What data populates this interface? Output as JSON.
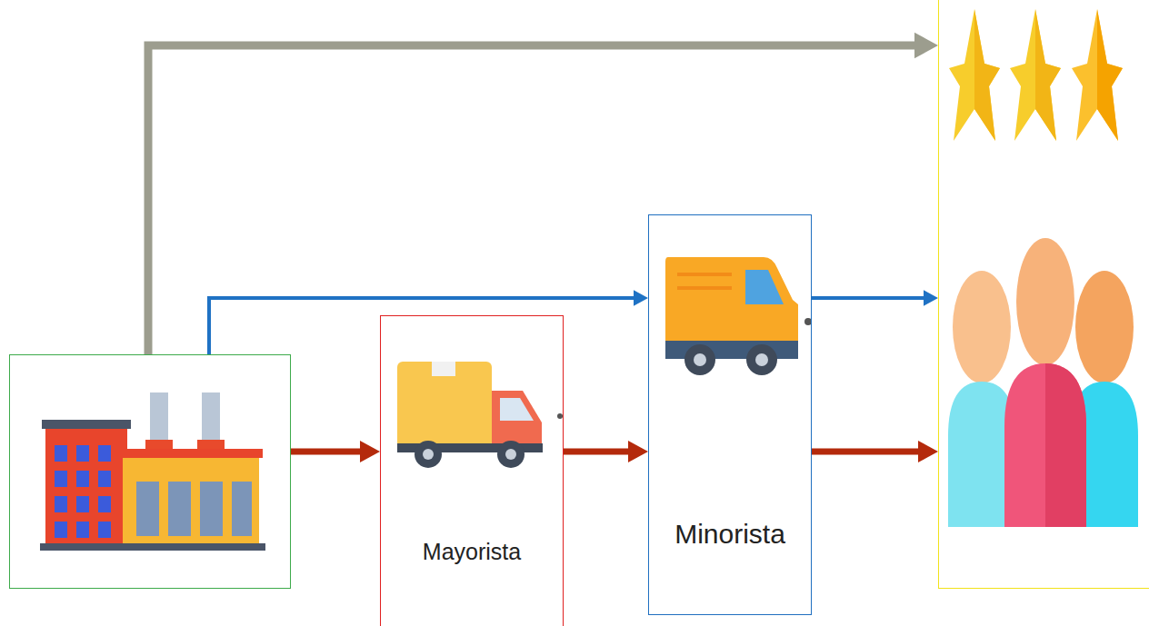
{
  "diagram": {
    "nodes": [
      {
        "text": []
      },
      {
        "text": [
          "Mayorista"
        ]
      },
      {
        "text": [
          "Minorista"
        ]
      },
      {
        "text": []
      }
    ],
    "edges": [
      {
        "from": 0,
        "to": 1,
        "arrow": "to"
      },
      {
        "from": 1,
        "to": 2,
        "arrow": "to"
      },
      {
        "from": 2,
        "to": 3,
        "arrow": "to"
      },
      {
        "from": 0,
        "to": 2,
        "arrow": "to"
      },
      {
        "from": 2,
        "to": 3,
        "arrow": "to"
      },
      {
        "from": 0,
        "to": 3,
        "arrow": "to"
      }
    ]
  }
}
